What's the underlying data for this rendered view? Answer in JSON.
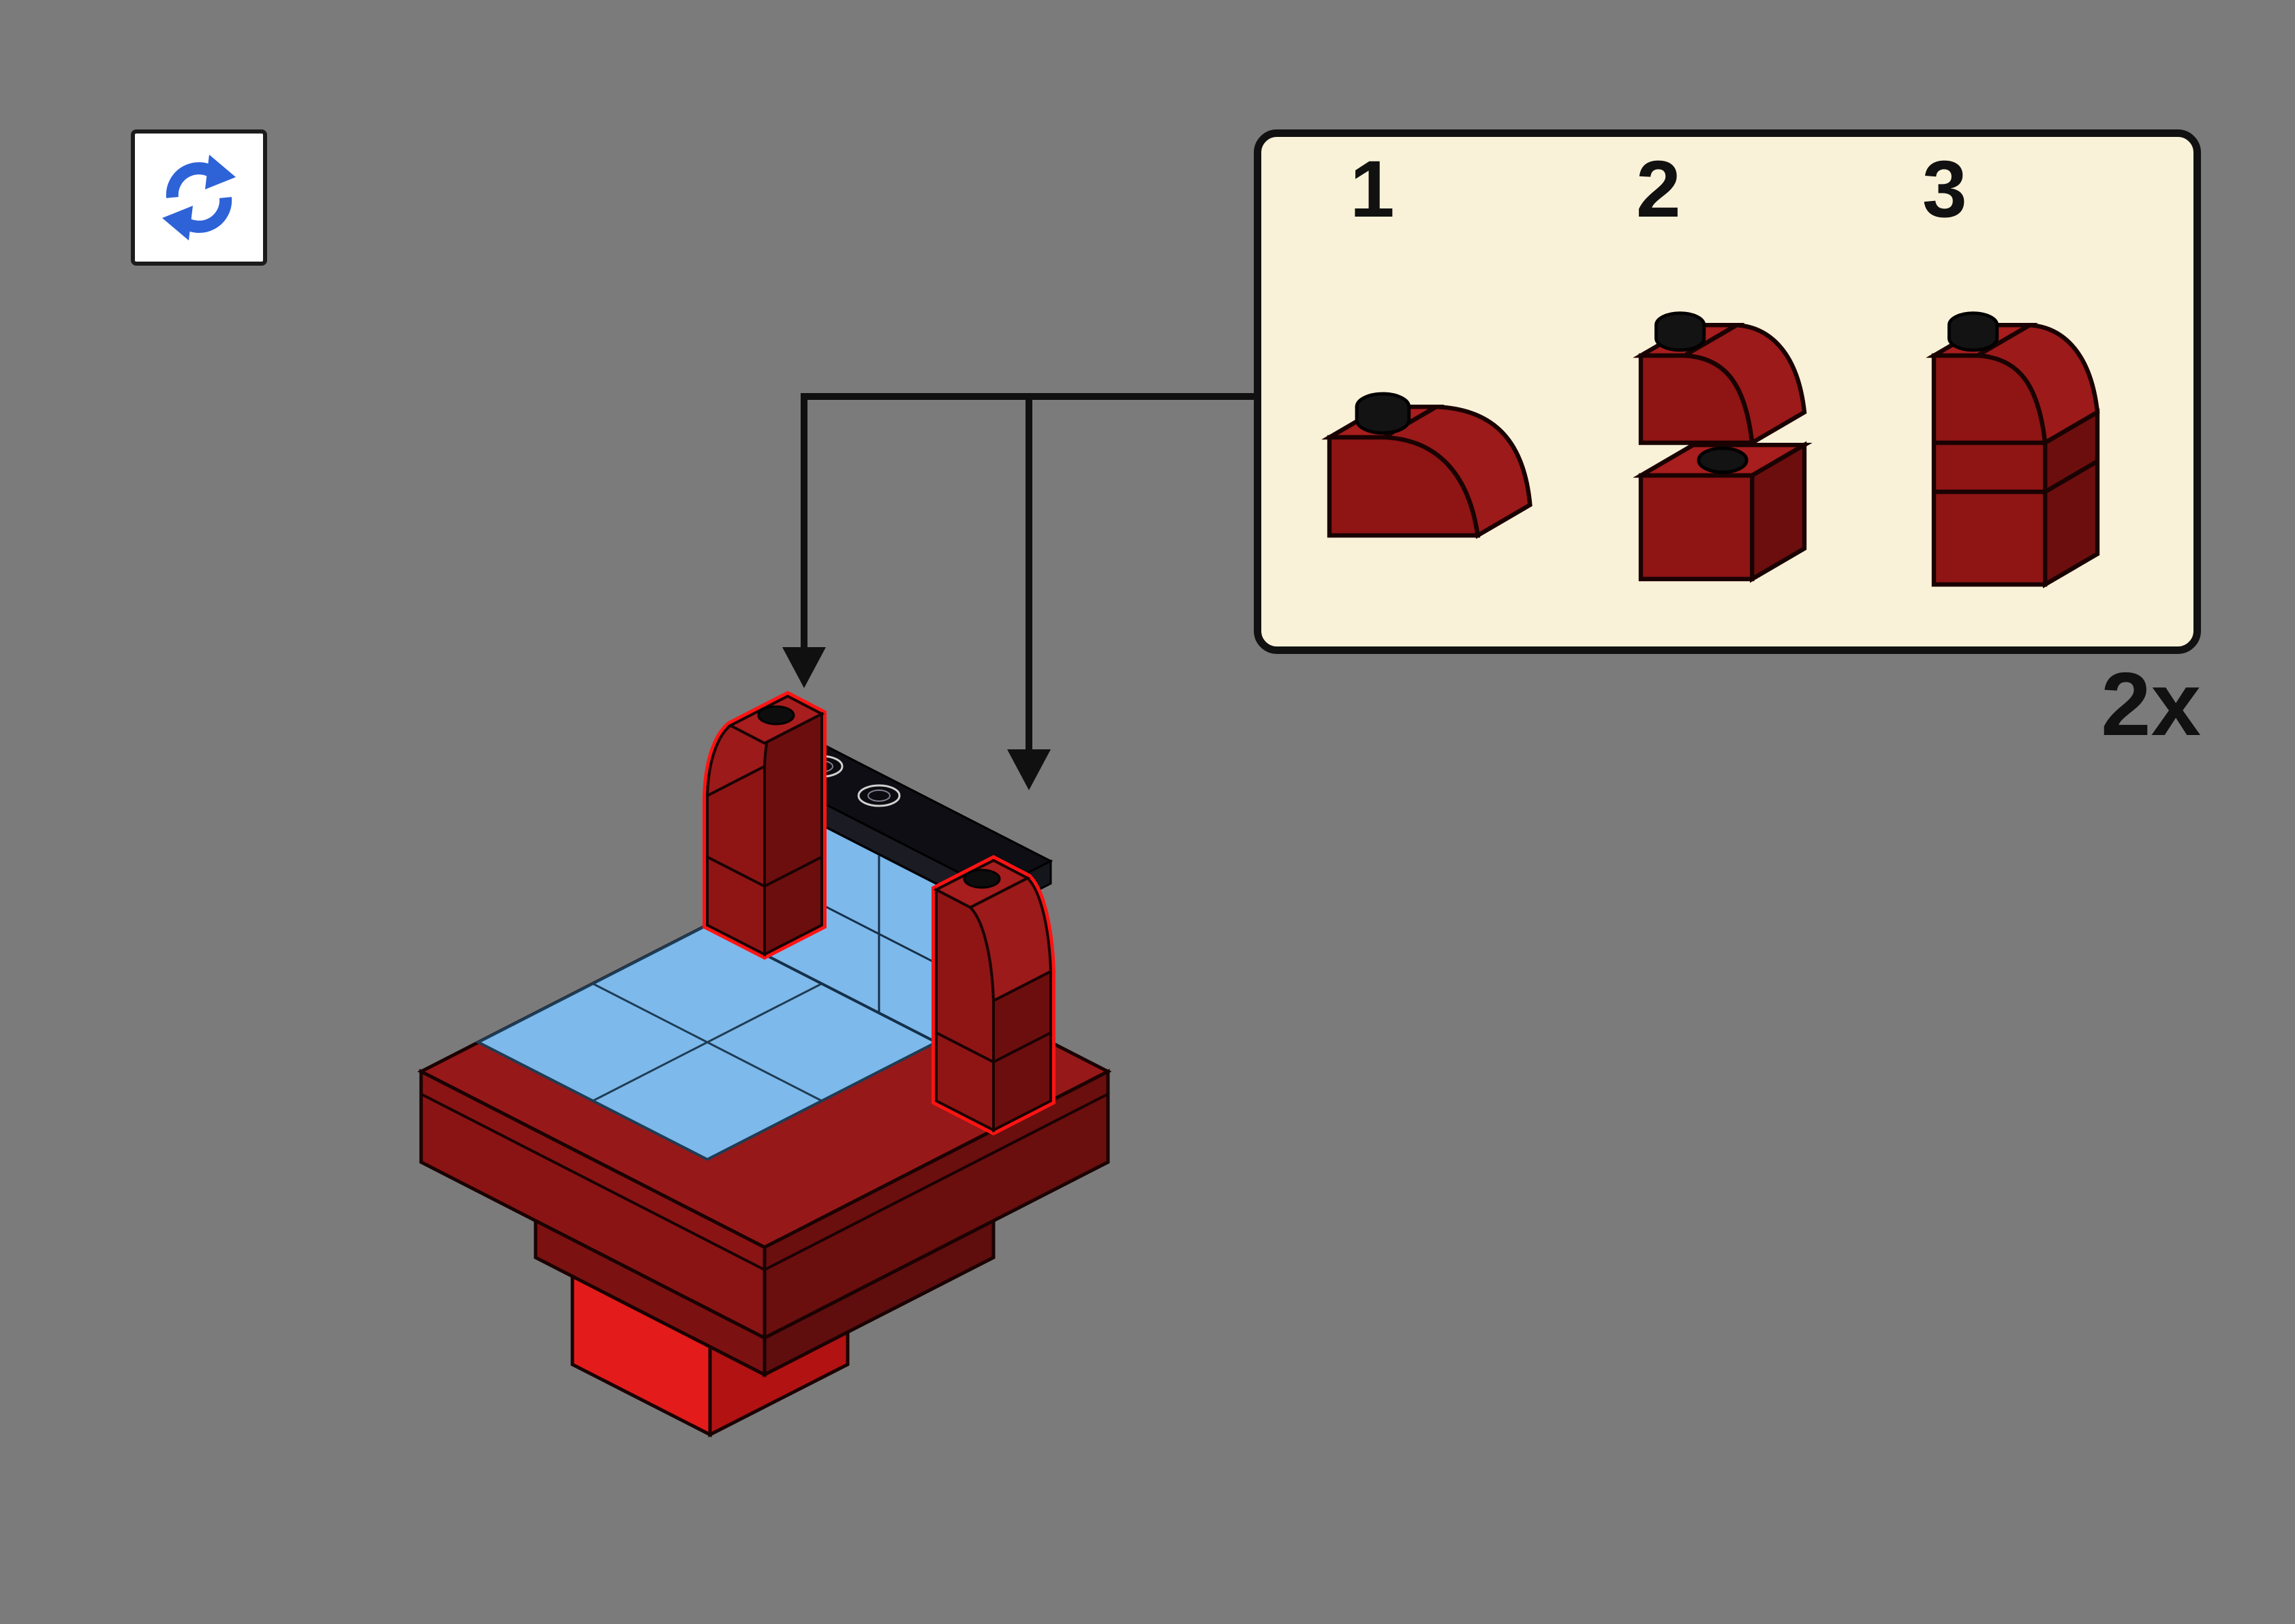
{
  "page": {
    "background_color": "#7b7b7b",
    "type_label": "lego-building-instruction-step"
  },
  "toolbar": {
    "rotate_button": {
      "icon": "rotate-icon",
      "accent_color": "#2E63D8"
    }
  },
  "callout": {
    "background": "#FAF2D8",
    "border_color": "#111111",
    "count_label": "2x",
    "steps": [
      {
        "label": "1",
        "piece": "dark-red-curved-slope-brick"
      },
      {
        "label": "2",
        "piece": "curved-slope-over-1x1-brick-exploded"
      },
      {
        "label": "3",
        "piece": "assembled-curved-column"
      }
    ]
  },
  "model": {
    "colors": {
      "brick_dark_red": "#8F1414",
      "brick_bright_red": "#E31B1B",
      "highlight_outline": "#FF1414",
      "panel_blue": "#7DB9EA",
      "plate_black": "#0E0E14"
    },
    "highlighted_parts": [
      "left-curved-column",
      "right-curved-column"
    ]
  }
}
